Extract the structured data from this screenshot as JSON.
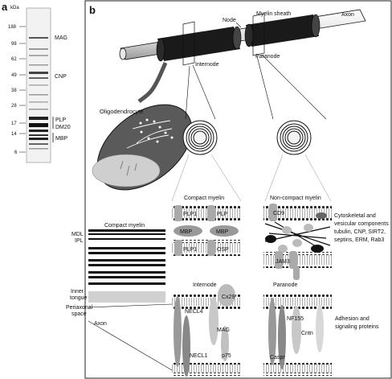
{
  "panel_a": {
    "label": "a",
    "unit": "kDa",
    "markers": [
      "188",
      "98",
      "62",
      "49",
      "38",
      "28",
      "17",
      "14",
      "6"
    ],
    "bands": {
      "mag": "MAG",
      "cnp": "CNP",
      "plp": "PLP",
      "dm20": "DM20",
      "mbp": "MBP"
    }
  },
  "panel_b": {
    "label": "b",
    "axon_top": {
      "node": "Node",
      "myelin_sheath": "Myelin sheath",
      "axon": "Axon",
      "internode": "Internode",
      "paranode": "Paranode",
      "oligodendrocyte": "Oligodendrocyte"
    },
    "compact": {
      "title": "Compact myelin",
      "plp1_a": "PLP1",
      "plp_b": "PLP",
      "mbp_a": "MBP",
      "mbp_b": "MBP",
      "plp1_c": "PLP1",
      "osp": "OSP"
    },
    "noncompact": {
      "title": "Non-compact myelin",
      "cd9": "CD9",
      "jam3": "JAM3",
      "cytoskeletal": [
        "Cytoskeletal and",
        "vesicular components",
        "tubulin, CNP, SIRT2,",
        "septins, ERM, Rab3"
      ]
    },
    "layers": {
      "compact_myelin": "Compact myelin",
      "mdl": "MDL",
      "ipl": "IPL",
      "inner_tongue": [
        "Inner",
        "tongue"
      ],
      "periaxonal_space": [
        "Periaxonal",
        "space"
      ],
      "axon": "Axon"
    },
    "internode": {
      "title": "Internode",
      "necl4": "NECL4",
      "cx29": "Cx29",
      "mag": "MAG",
      "necl1": "NECL1",
      "p75": "p75"
    },
    "paranode": {
      "title": "Paranode",
      "nf155": "NF155",
      "cntn": "Cntn",
      "caspr": "Caspr",
      "adhesion": [
        "Adhesion and",
        "signaling proteins"
      ]
    }
  }
}
